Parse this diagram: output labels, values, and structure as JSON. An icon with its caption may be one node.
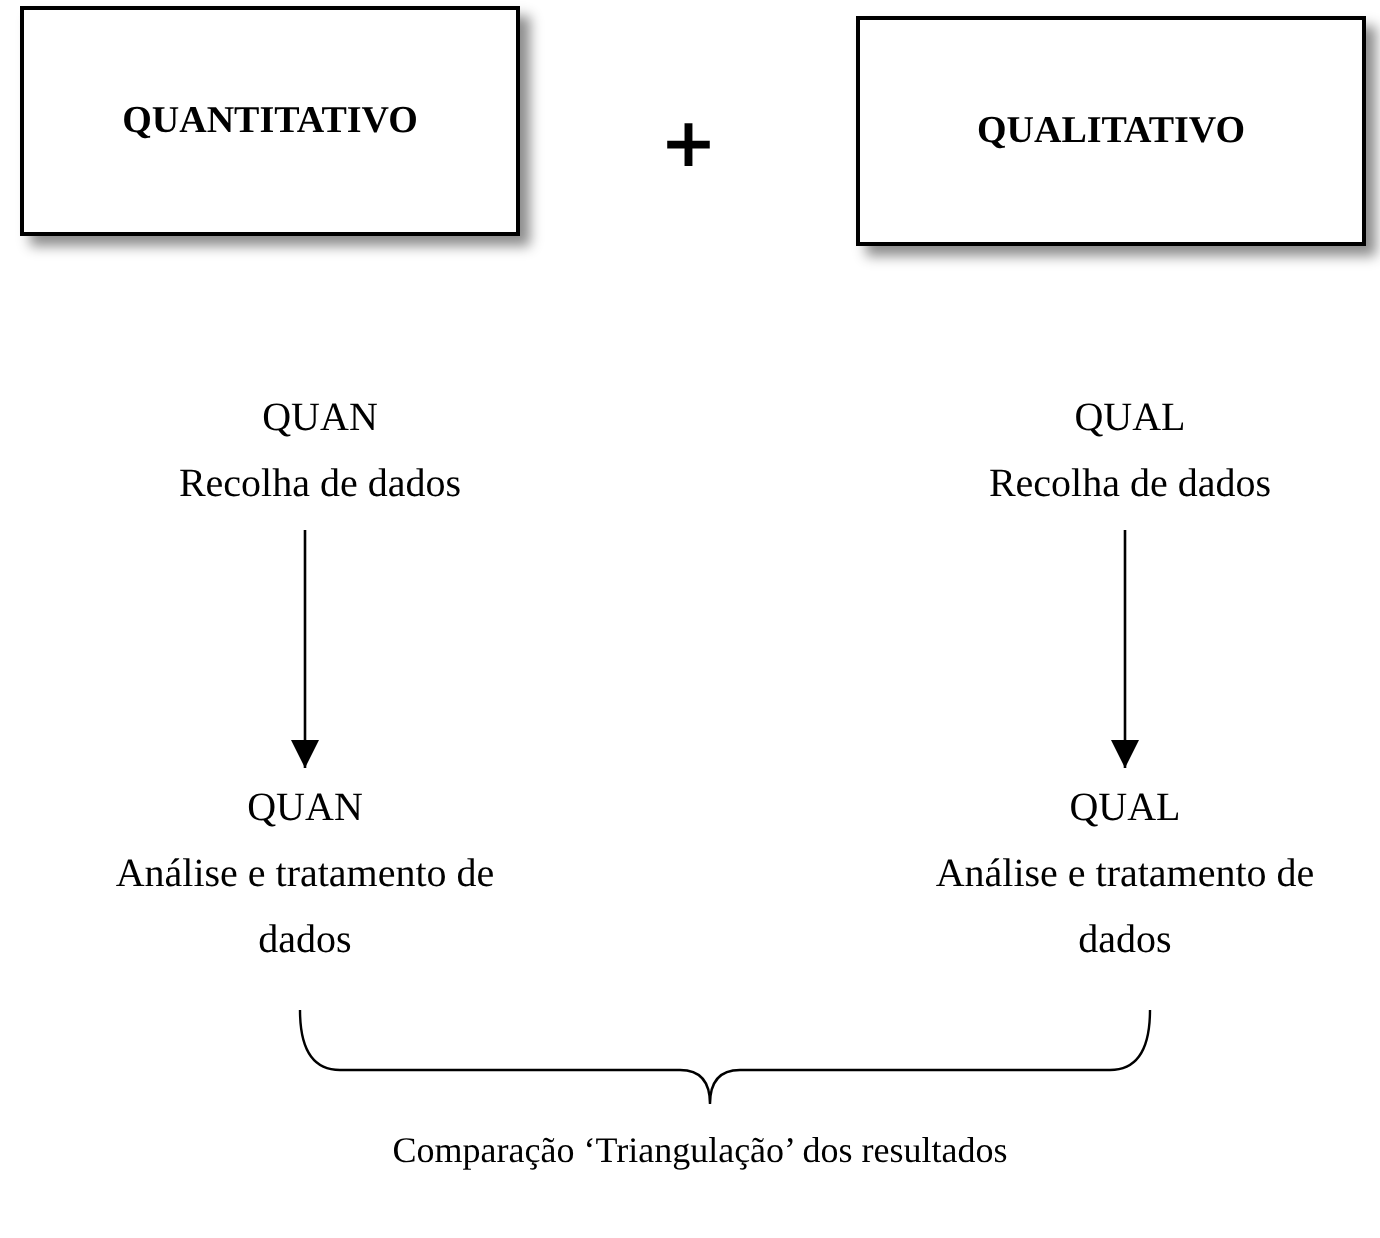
{
  "diagram": {
    "nodes": [
      {
        "text": [
          "QUANTITATIVO"
        ]
      },
      {
        "text": [
          "QUALITATIVO"
        ]
      },
      {
        "text": [
          "QUAN",
          "Recolha de dados"
        ]
      },
      {
        "text": [
          "QUAL",
          "Recolha de dados"
        ]
      },
      {
        "text": [
          "QUAN",
          "Análise e tratamento de dados"
        ]
      },
      {
        "text": [
          "QUAL",
          "Análise e tratamento de dados"
        ]
      }
    ],
    "edges": [
      {
        "from": 2,
        "to": 4,
        "arrow": "to"
      },
      {
        "from": 3,
        "to": 5,
        "arrow": "to"
      }
    ],
    "labels": [
      "+",
      "Comparação ‘Triangulação’ dos resultados"
    ]
  }
}
